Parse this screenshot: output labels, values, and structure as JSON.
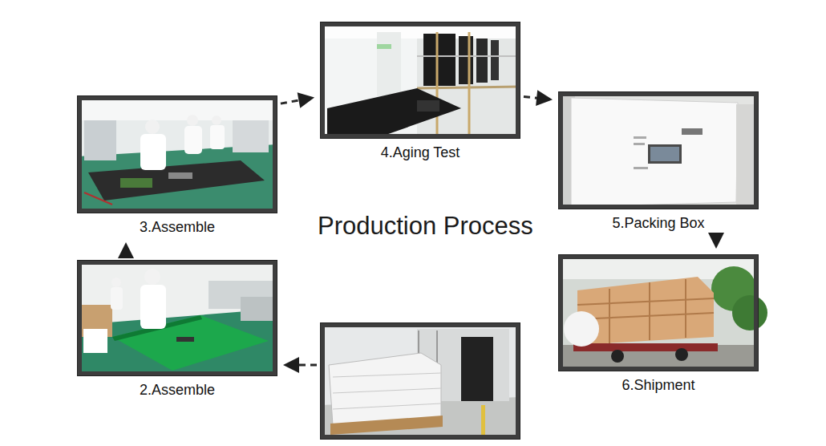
{
  "diagram": {
    "title": "Production Process",
    "nodes": [
      {
        "text": []
      },
      {
        "text": [
          "2.Assemble"
        ]
      },
      {
        "text": [
          "3.Assemble"
        ]
      },
      {
        "text": [
          "4.Aging Test"
        ]
      },
      {
        "text": [
          "5.Packing Box"
        ]
      },
      {
        "text": [
          "6.Shipment"
        ]
      }
    ],
    "edges": [
      {
        "from": 0,
        "to": 1,
        "arrow": "to"
      },
      {
        "from": 1,
        "to": 2,
        "arrow": "to"
      },
      {
        "from": 2,
        "to": 3,
        "arrow": "to"
      },
      {
        "from": 3,
        "to": 4,
        "arrow": "to"
      },
      {
        "from": 4,
        "to": 5,
        "arrow": "to"
      }
    ]
  }
}
